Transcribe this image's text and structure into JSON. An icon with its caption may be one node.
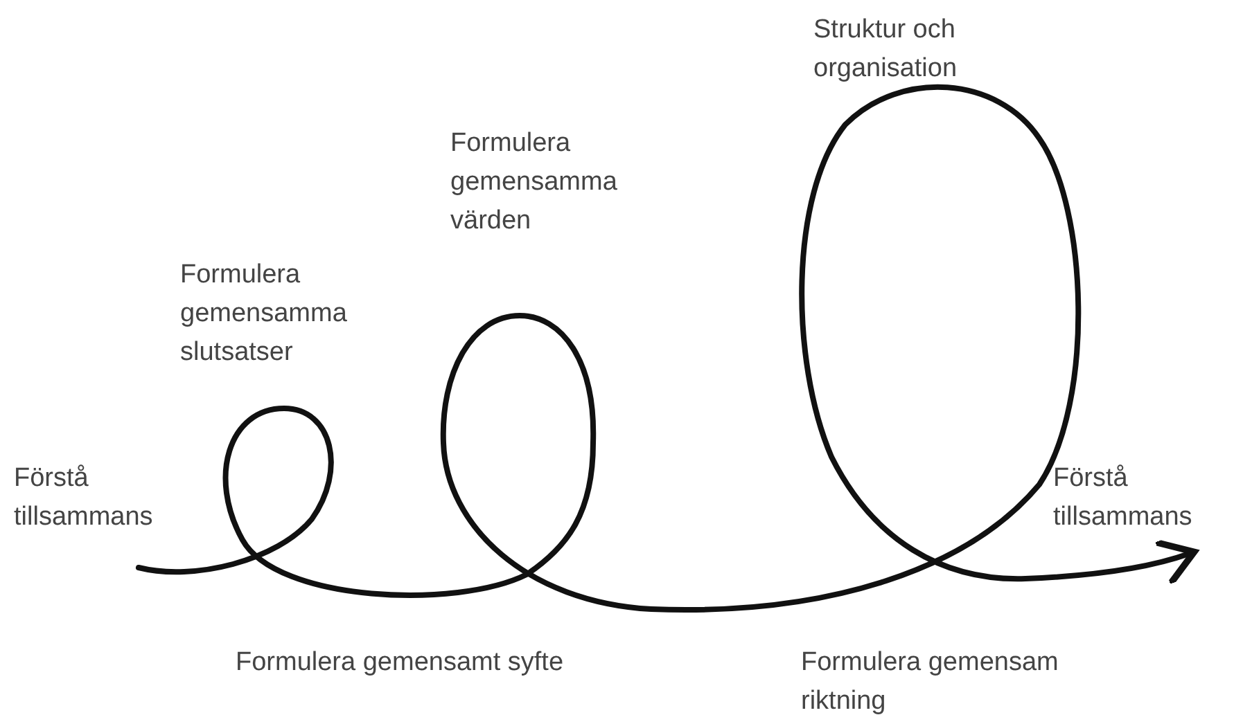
{
  "diagram": {
    "labels": [
      "Struktur och organisation",
      "Formulera gemensamma värden",
      "Formulera gemensamma slutsatser",
      "Förstå tillsammans",
      "Förstå tillsammans",
      "Formulera gemensamt syfte",
      "Formulera gemensam riktning"
    ]
  }
}
